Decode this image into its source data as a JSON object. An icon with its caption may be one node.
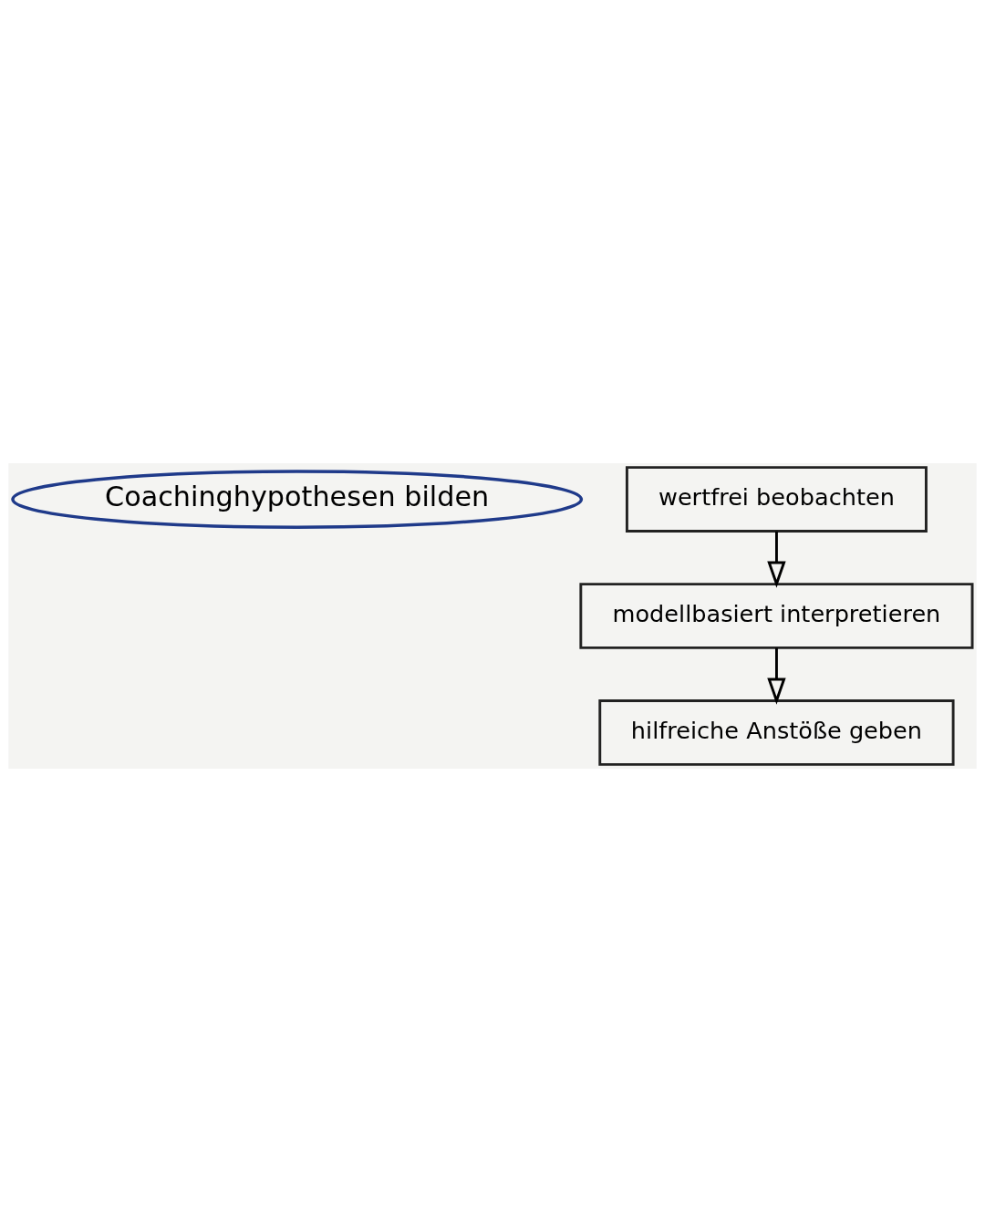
{
  "diagram": {
    "nodes": [
      {
        "text": [
          "Coachinghypothesen bilden"
        ]
      },
      {
        "text": [
          "wertfrei beobachten"
        ]
      },
      {
        "text": [
          "modellbasiert interpretieren"
        ]
      },
      {
        "text": [
          "hilfreiche Anstöße geben"
        ]
      }
    ],
    "edges": [
      {
        "from": 1,
        "to": 2,
        "arrow": "to"
      },
      {
        "from": 2,
        "to": 3,
        "arrow": "to"
      }
    ]
  }
}
